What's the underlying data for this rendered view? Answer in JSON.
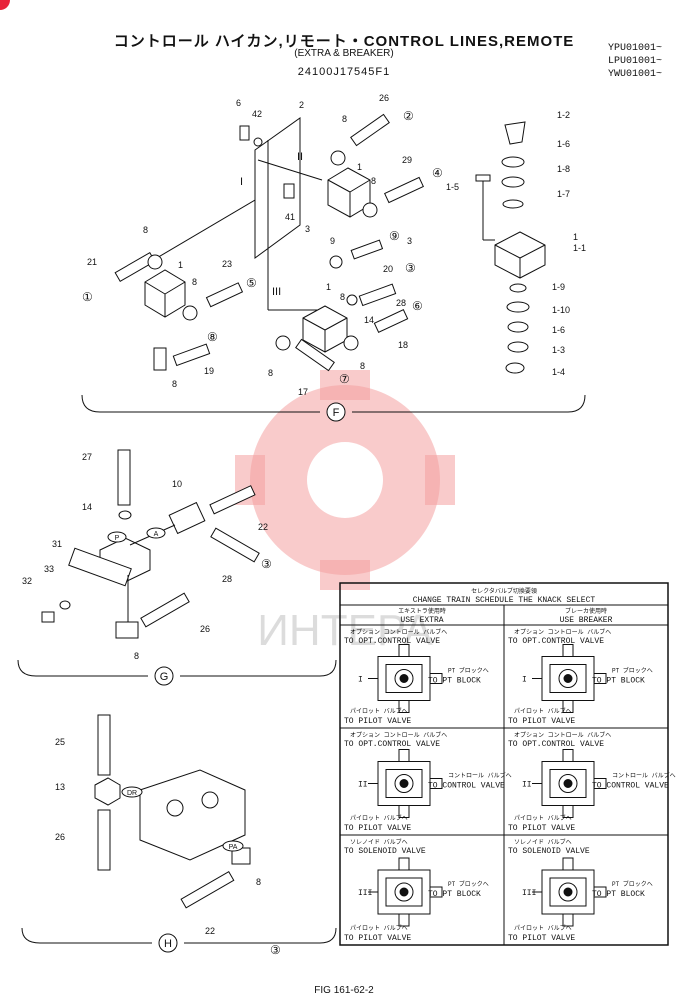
{
  "header": {
    "title": "コントロール ハイカン,リモート・CONTROL LINES,REMOTE",
    "subtitle": "(EXTRA & BREAKER)",
    "part_number": "24100J17545F1",
    "serials": [
      "YPU01001~",
      "LPU01001~",
      "YWU01001~"
    ]
  },
  "sections": {
    "f": "F",
    "g": "G",
    "h": "H"
  },
  "port_labels": {
    "p": "P",
    "a": "A",
    "dr": "DR",
    "pa": "PA"
  },
  "roman": {
    "i": "I",
    "ii": "II",
    "iii": "III"
  },
  "circled": [
    "①",
    "②",
    "③",
    "④",
    "⑤",
    "⑥",
    "⑦",
    "⑧",
    "⑨"
  ],
  "callouts_f": [
    "6",
    "42",
    "2",
    "26",
    "8",
    "1",
    "8",
    "29",
    "41",
    "3",
    "8",
    "21",
    "1",
    "8",
    "23",
    "9",
    "20",
    "3",
    "1",
    "28",
    "14",
    "8",
    "19",
    "8",
    "18",
    "8",
    "17",
    "8"
  ],
  "callouts_valve": [
    "1-2",
    "1-6",
    "1-8",
    "1-7",
    "1-5",
    "1",
    "1-1",
    "1-9",
    "1-10",
    "1-6",
    "1-3",
    "1-4"
  ],
  "callouts_g": [
    "27",
    "10",
    "14",
    "22",
    "31",
    "33",
    "32",
    "26",
    "28",
    "8"
  ],
  "callouts_h": [
    "25",
    "13",
    "26",
    "8",
    "22"
  ],
  "table": {
    "header_jp": "セレクタバルブ切換要領",
    "header_en": "CHANGE TRAIN SCHEDULE THE KNACK SELECT",
    "col1_jp": "エキストラ使用時",
    "col1_en": "USE EXTRA",
    "col2_jp": "ブレーカ使用時",
    "col2_en": "USE BREAKER",
    "rows": [
      {
        "roman": "I",
        "left_top_jp": "オプション コントロール バルブへ",
        "left_top": "TO OPT.CONTROL VALVE",
        "left_side_jp": "PT ブロックへ",
        "left_side": "TO PT BLOCK",
        "left_bottom_jp": "パイロット バルブへ",
        "left_bottom": "TO PILOT VALVE",
        "right_top_jp": "オプション コントロール バルブへ",
        "right_top": "TO OPT.CONTROL VALVE",
        "right_side_jp": "PT ブロックへ",
        "right_side": "TO PT BLOCK",
        "right_bottom_jp": "パイロット バルブへ",
        "right_bottom": "TO PILOT VALVE"
      },
      {
        "roman": "II",
        "left_top_jp": "オプション コントロール バルブへ",
        "left_top": "TO OPT.CONTROL VALVE",
        "left_side_jp": "コントロール バルブへ",
        "left_side": "TO CONTROL VALVE",
        "left_bottom_jp": "パイロット バルブへ",
        "left_bottom": "TO PILOT VALVE",
        "right_top_jp": "オプション コントロール バルブへ",
        "right_top": "TO OPT.CONTROL VALVE",
        "right_side_jp": "コントロール バルブへ",
        "right_side": "TO CONTROL VALVE",
        "right_bottom_jp": "パイロット バルブへ",
        "right_bottom": "TO PILOT VALVE"
      },
      {
        "roman": "III",
        "left_top_jp": "ソレノイド バルブへ",
        "left_top": "TO SOLENOID VALVE",
        "left_side_jp": "PT ブロックへ",
        "left_side": "TO PT BLOCK",
        "left_bottom_jp": "パイロット バルブへ",
        "left_bottom": "TO PILOT VALVE",
        "right_top_jp": "ソレノイド バルブへ",
        "right_top": "TO SOLENOID VALVE",
        "right_side_jp": "PT ブロックへ",
        "right_side": "TO PT BLOCK",
        "right_bottom_jp": "パイロット バルブへ",
        "right_bottom": "TO PILOT VALVE"
      }
    ]
  },
  "watermark": "ИНТЕРА",
  "footer": "FIG 161-62-2",
  "colors": {
    "line": "#111111",
    "watermark": "#f4a0a0",
    "corner": "#e8233a"
  }
}
